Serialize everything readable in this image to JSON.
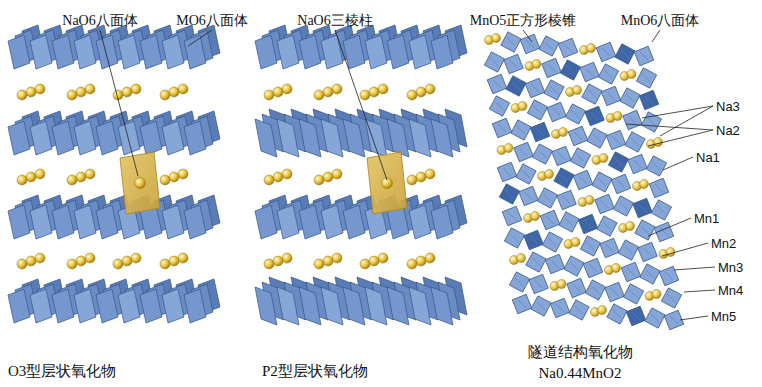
{
  "diagram": {
    "labels": [
      "NaO6八面体",
      "MO6八面体",
      "NaO6三棱柱",
      "MnO5正方形棱锥",
      "MnO6八面体",
      "Na3",
      "Na2",
      "Na1",
      "Mn1",
      "Mn2",
      "Mn3",
      "Mn4",
      "Mn5",
      "O3型层状氧化物",
      "P2型层状氧化物",
      "隧道结构氧化物",
      "Na0.44MnO2"
    ]
  }
}
